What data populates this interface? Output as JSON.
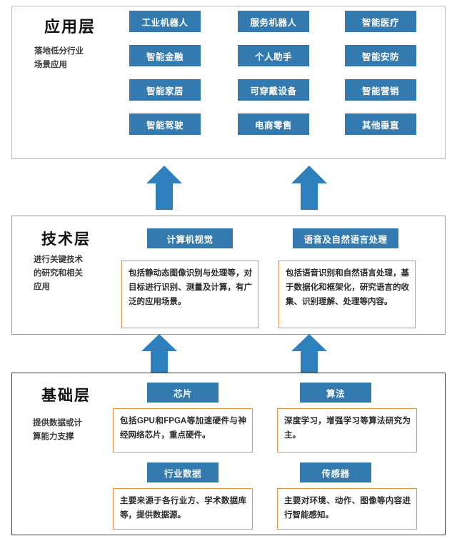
{
  "palette": {
    "chip_blue": "#337ab0",
    "note_border": "#e8924a",
    "arrow_blue": "#2e80bd",
    "frame_gray": "#b9b9b9",
    "frame_dark": "#3a3a3a",
    "text_dark": "#1a1a1a"
  },
  "layers": {
    "application": {
      "title": "应用层",
      "subtitle": "落地低分行业\n场景应用",
      "chips": [
        {
          "label": "工业机器人",
          "col": 0,
          "row": 0
        },
        {
          "label": "服务机器人",
          "col": 1,
          "row": 0
        },
        {
          "label": "智能医疗",
          "col": 2,
          "row": 0
        },
        {
          "label": "智能金融",
          "col": 0,
          "row": 1
        },
        {
          "label": "个人助手",
          "col": 1,
          "row": 1
        },
        {
          "label": "智能安防",
          "col": 2,
          "row": 1
        },
        {
          "label": "智能家居",
          "col": 0,
          "row": 2
        },
        {
          "label": "可穿戴设备",
          "col": 1,
          "row": 2
        },
        {
          "label": "智能营销",
          "col": 2,
          "row": 2
        },
        {
          "label": "智能驾驶",
          "col": 0,
          "row": 3
        },
        {
          "label": "电商零售",
          "col": 1,
          "row": 3
        },
        {
          "label": "其他垂直",
          "col": 2,
          "row": 3
        }
      ]
    },
    "technology": {
      "title": "技术层",
      "subtitle": "进行关键技术\n的研究和相关\n应用",
      "items": [
        {
          "chip": "计算机视觉",
          "note": "包括静动态图像识别与处理等，对目标进行识别、测量及计算，有广泛的应用场景。"
        },
        {
          "chip": "语音及自然语言处理",
          "note": "包括语音识别和自然语言处理，基于数据化和框架化，研究语言的收集、识别理解、处理等内容。"
        }
      ]
    },
    "foundation": {
      "title": "基础层",
      "subtitle": "提供数据或计\n算能力支撑",
      "items": [
        {
          "chip": "芯片",
          "note": "包括GPU和FPGA等加速硬件与神经网络芯片，重点硬件。",
          "col": 0,
          "row": 0
        },
        {
          "chip": "算法",
          "note": "深度学习，增强学习等算法研究为主。",
          "col": 1,
          "row": 0
        },
        {
          "chip": "行业数据",
          "note": "主要来源于各行业方、学术数据库等，提供数据源。",
          "col": 0,
          "row": 1
        },
        {
          "chip": "传感器",
          "note": "主要对环境、动作、图像等内容进行智能感知。",
          "col": 1,
          "row": 1
        }
      ]
    }
  },
  "arrows": {
    "app_from_tech": [
      {
        "name": "arrow-tech-to-app-left"
      },
      {
        "name": "arrow-tech-to-app-right"
      }
    ],
    "tech_from_base": [
      {
        "name": "arrow-base-to-tech-left"
      },
      {
        "name": "arrow-base-to-tech-right"
      }
    ]
  }
}
